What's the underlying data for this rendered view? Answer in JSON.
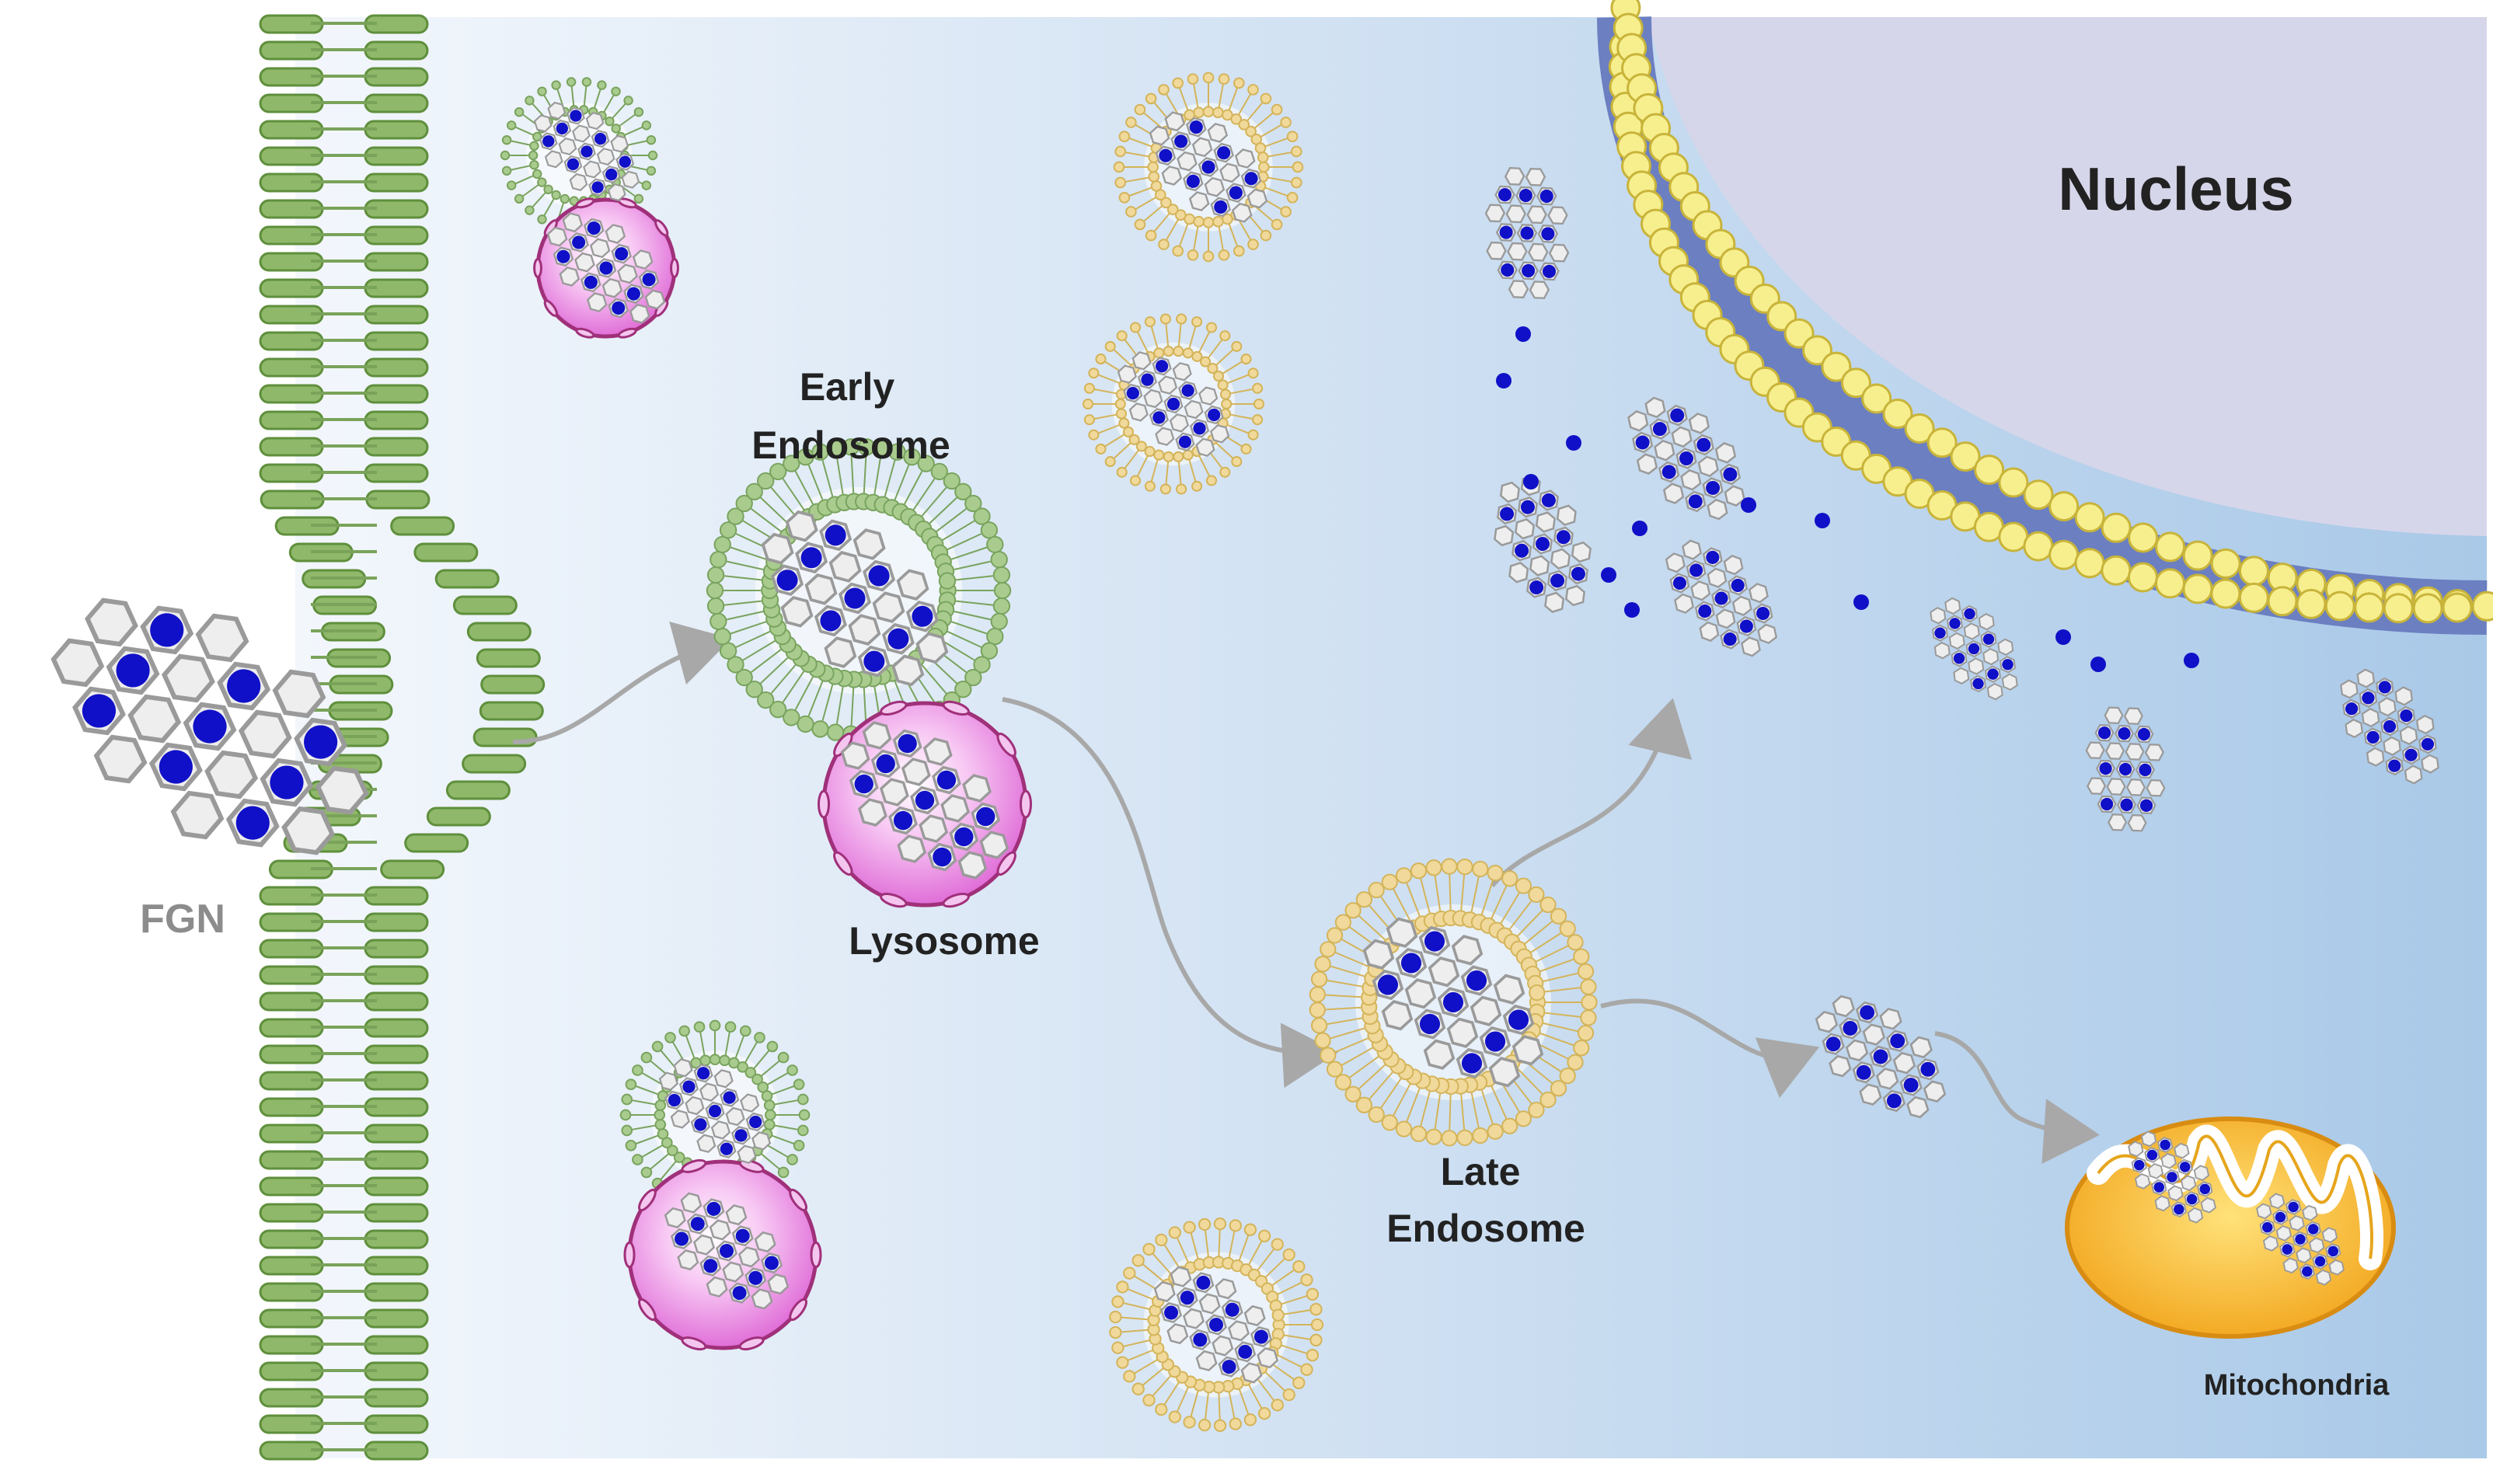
{
  "labels": {
    "nucleus": "Nucleus",
    "early_endosome": [
      "Early",
      "Endosome"
    ],
    "lysosome": "Lysosome",
    "late_endosome": [
      "Late",
      "Endosome"
    ],
    "fgn": "FGN",
    "mitochondria": "Mitochondria"
  },
  "colors": {
    "cytoplasm_left": "#eef4fb",
    "cytoplasm_right": "#a9c9e8",
    "nucleus_fill": "#d6d6ea",
    "lipid_head_yellow": "#f7ef8e",
    "nuclear_membrane_blue": "#6b7fc1",
    "plasma_membrane_green": "#8fb86a",
    "endosome_green": "#a9cc8e",
    "late_endosome_yellow": "#f0d99a",
    "lysosome_pink": "#f2a8ee",
    "lysosome_rim": "#a0307a",
    "dot_blue": "#1010c8",
    "graphene_grey": "#c8c8c8",
    "arrow_grey": "#a8a8a8",
    "mitochondria_orange": "#f2b92b",
    "label_grey": "#8c8c8c",
    "label_dark": "#222222"
  }
}
